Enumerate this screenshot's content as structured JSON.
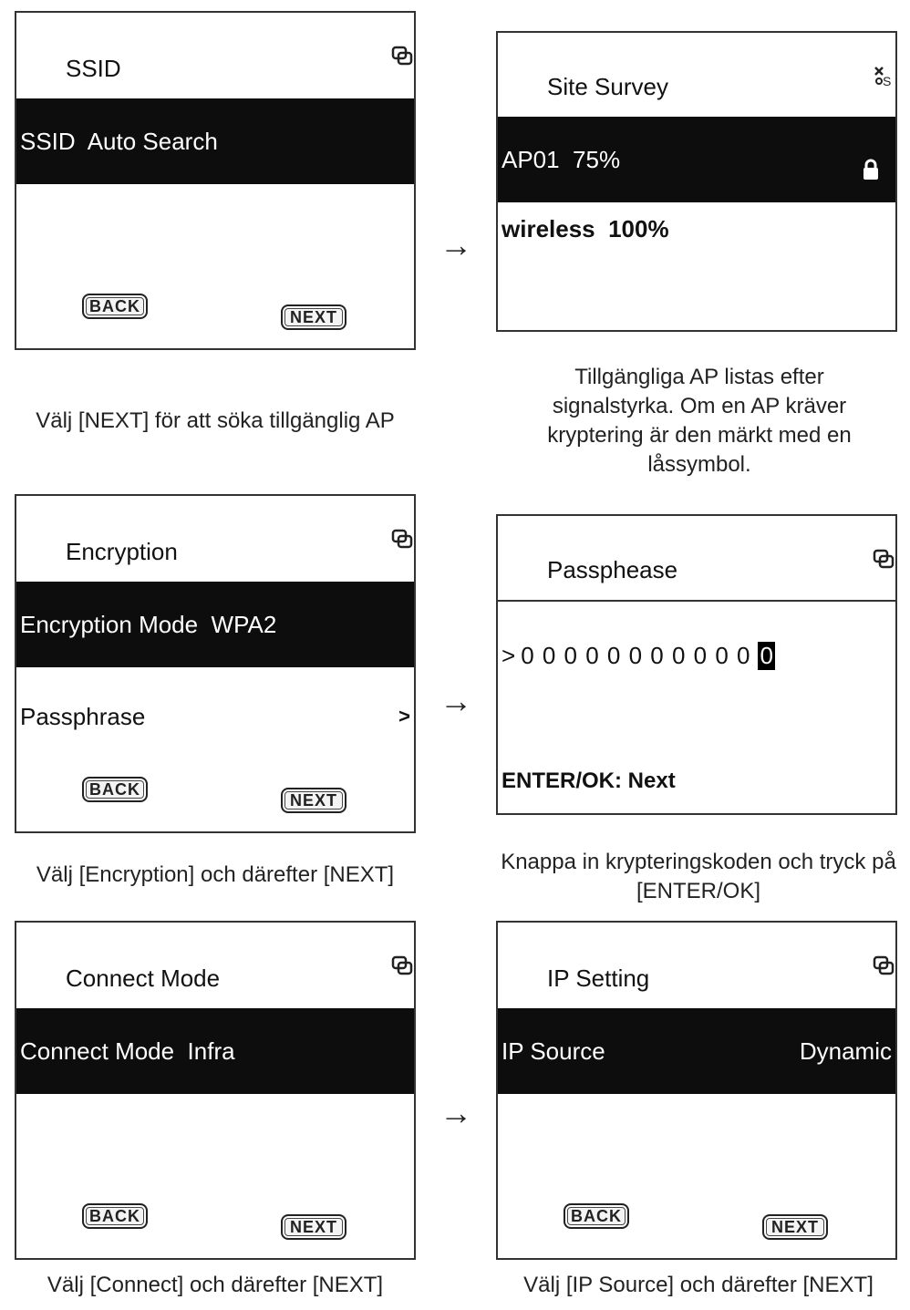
{
  "screens": {
    "ssid": {
      "title": "SSID",
      "bar": "SSID  Auto Search",
      "back": "BACK",
      "next": "NEXT"
    },
    "site_survey": {
      "title": "Site Survey",
      "bar": "AP01  75%",
      "row": "wireless  100%"
    },
    "encryption": {
      "title": "Encryption",
      "bar": "Encryption Mode  WPA2",
      "row": "Passphrase",
      "row_chevron": ">",
      "back": "BACK",
      "next": "NEXT"
    },
    "passphrase": {
      "title": "Passphease",
      "input_prefix": ">",
      "input_value": "0 0 0 0 0 0 0 0 0 0 0",
      "cursor_char": "0",
      "hint": "ENTER/OK: Next"
    },
    "connect_mode": {
      "title": "Connect Mode",
      "bar": "Connect Mode  Infra",
      "back": "BACK",
      "next": "NEXT"
    },
    "ip_setting": {
      "title": "IP Setting",
      "bar_left": "IP Source",
      "bar_right": "Dynamic",
      "back": "BACK",
      "next": "NEXT"
    }
  },
  "captions": {
    "c1": "Välj [NEXT] för att söka tillgänglig AP",
    "c2": "Tillgängliga AP listas efter signalstyrka. Om en AP kräver kryptering är den märkt med en låssymbol.",
    "c3": "Välj [Encryption] och därefter [NEXT]",
    "c4": "Knappa in krypteringskoden och tryck på [ENTER/OK]",
    "c5": "Välj [Connect] och därefter [NEXT]",
    "c6": "Välj [IP Source] och därefter [NEXT]"
  },
  "arrow": "→",
  "icons": {
    "status": "wifi-connected-icon",
    "status_off": "wifi-disconnected-icon",
    "lock": "lock-icon"
  }
}
